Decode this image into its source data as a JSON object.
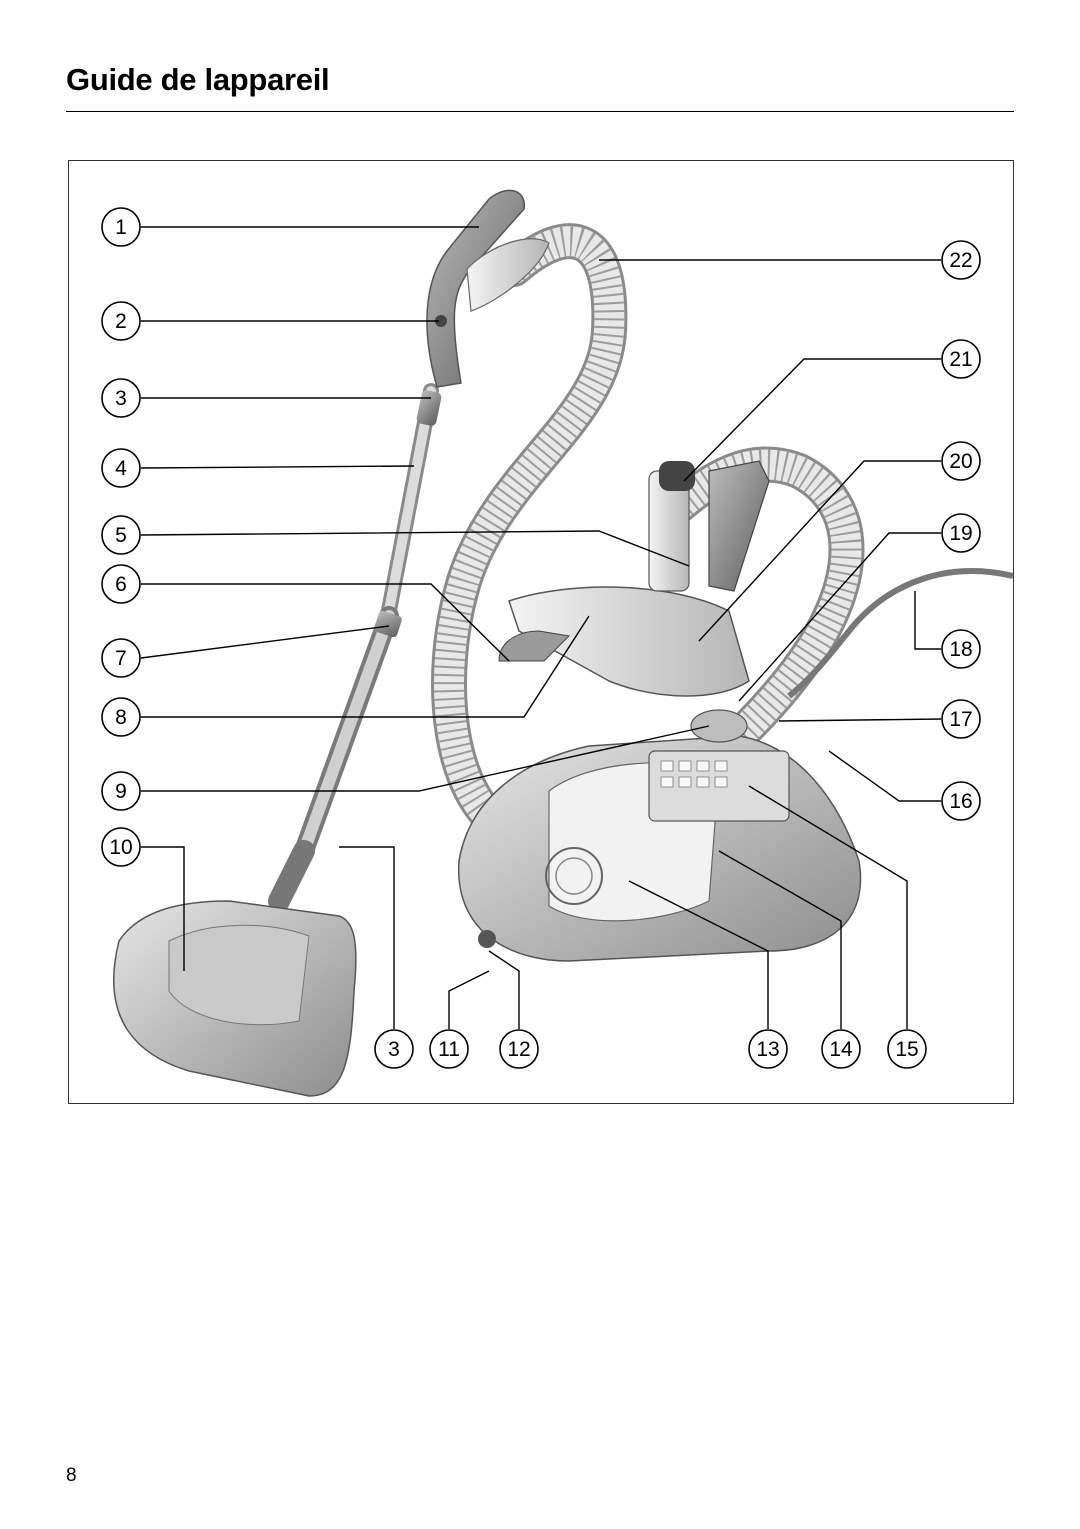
{
  "page": {
    "title": "Guide de lappareil",
    "page_number": "8"
  },
  "figure": {
    "callouts": [
      "1",
      "2",
      "3",
      "4",
      "5",
      "6",
      "7",
      "8",
      "9",
      "10",
      "22",
      "21",
      "20",
      "19",
      "18",
      "17",
      "16",
      "3",
      "11",
      "12",
      "13",
      "14",
      "15"
    ]
  }
}
